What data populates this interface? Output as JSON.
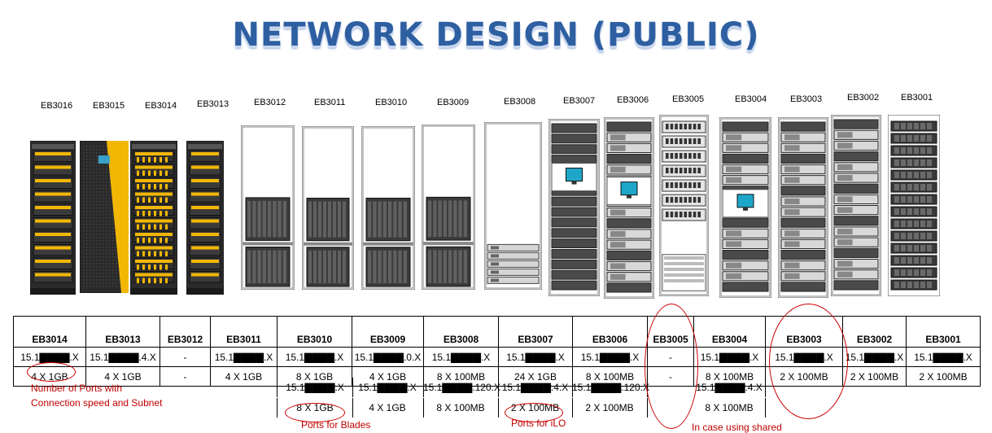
{
  "title": "NETWORK DESIGN (PUBLIC)",
  "racks": [
    {
      "label": "EB3016",
      "type": "yellow"
    },
    {
      "label": "EB3015",
      "type": "door"
    },
    {
      "label": "EB3014",
      "type": "yellow2"
    },
    {
      "label": "EB3013",
      "type": "yellow"
    },
    {
      "label": "EB3012",
      "type": "blade"
    },
    {
      "label": "EB3011",
      "type": "blade"
    },
    {
      "label": "EB3010",
      "type": "blade"
    },
    {
      "label": "EB3009",
      "type": "blade"
    },
    {
      "label": "EB3008",
      "type": "servers"
    },
    {
      "label": "EB3007",
      "type": "dense"
    },
    {
      "label": "EB3006",
      "type": "monitor"
    },
    {
      "label": "EB3005",
      "type": "network"
    },
    {
      "label": "EB3004",
      "type": "monitor2"
    },
    {
      "label": "EB3003",
      "type": "mixed"
    },
    {
      "label": "EB3002",
      "type": "mixed2"
    },
    {
      "label": "EB3001",
      "type": "dark"
    }
  ],
  "table": {
    "headers": [
      "EB3014",
      "EB3013",
      "EB3012",
      "EB3011",
      "EB3010",
      "EB3009",
      "EB3008",
      "EB3007",
      "EB3006",
      "EB3005",
      "EB3004",
      "EB3003",
      "EB3002",
      "EB3001"
    ],
    "subnets": [
      "15.1▇▇▇▇.X",
      "15.1▇▇▇▇.4.X",
      "-",
      "15.1▇▇▇▇.X",
      "15.1▇▇▇▇.X",
      "15.1▇▇▇▇.0.X",
      "15.1▇▇▇▇.X",
      "15.1▇▇▇▇.X",
      "15.1▇▇▇▇.X",
      "-",
      "15.1▇▇▇▇.X",
      "15.1▇▇▇▇.X",
      "15.1▇▇▇▇.X",
      "15.1▇▇▇▇.X"
    ],
    "ports1": [
      "4 X 1GB",
      "4 X 1GB",
      "-",
      "4 X 1GB",
      "8 X 1GB",
      "4 X 1GB",
      "8 X 100MB",
      "24 X 1GB",
      "8 X 100MB",
      "-",
      "8 X 100MB",
      "2  X 100MB",
      "2 X 100MB",
      "2 X 100MB"
    ],
    "subnets2": [
      "",
      "",
      "",
      "",
      "15.1▇▇▇▇.X",
      "15.1▇▇▇▇.X",
      "15.1▇▇▇▇.120.X",
      "15.1▇▇▇▇.4.X",
      "15.1▇▇▇▇.120.X",
      "",
      "15.1▇▇▇▇.4.X",
      "",
      "",
      ""
    ],
    "ports2": [
      "",
      "",
      "",
      "",
      "8 X 1GB",
      "4 X 1GB",
      "8 X 100MB",
      "2 X 100MB",
      "2 X 100MB",
      "",
      "8 X 100MB",
      "",
      "",
      ""
    ]
  },
  "annotations": {
    "ports_note_line1": "Number of Ports with",
    "ports_note_line2": "Connection speed and Subnet",
    "blades_note": "Ports for Blades",
    "ilo_note": "Ports for iLO",
    "shared_note": "In case using shared"
  },
  "colors": {
    "title": "#2e5fa1",
    "annotation": "#c00000",
    "rack_yellow": "#f2b705"
  }
}
